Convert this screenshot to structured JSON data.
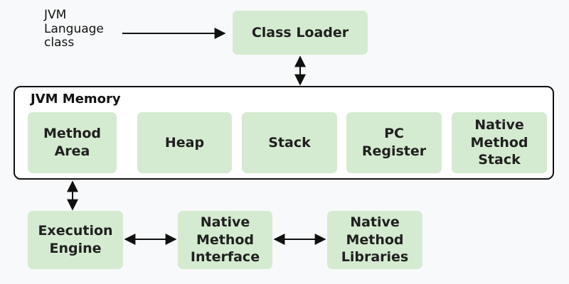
{
  "source_label": "JVM\nLanguage\nclass",
  "class_loader": "Class Loader",
  "jvm_memory": {
    "title": "JVM Memory",
    "areas": [
      "Method\nArea",
      "Heap",
      "Stack",
      "PC\nRegister",
      "Native\nMethod\nStack"
    ]
  },
  "execution_engine": "Execution\nEngine",
  "native_interface": "Native\nMethod\nInterface",
  "native_libraries": "Native\nMethod\nLibraries",
  "colors": {
    "box_fill": "#d5ebd1",
    "border": "#111111",
    "background": "#f8f9fa"
  }
}
